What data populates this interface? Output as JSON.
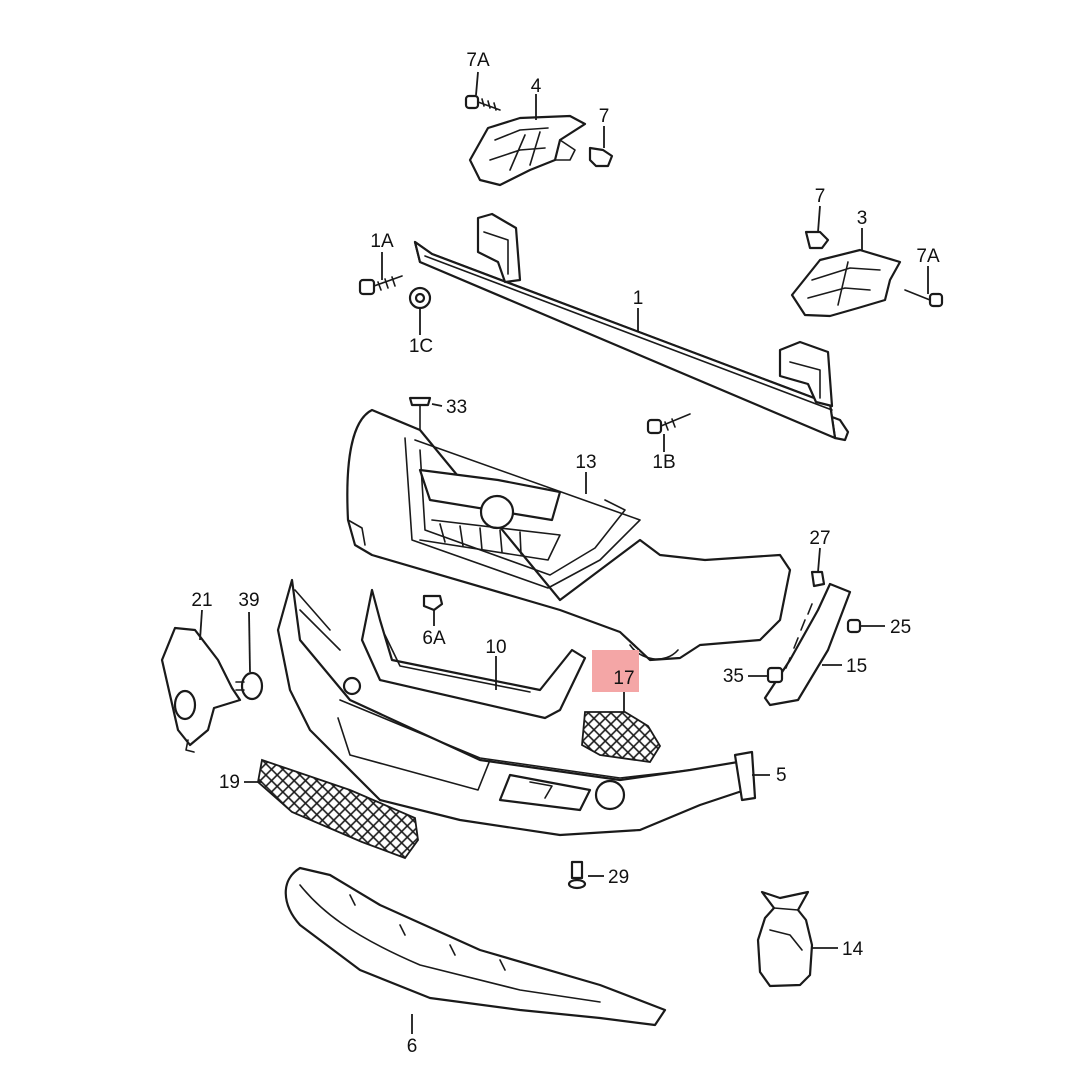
{
  "callouts": {
    "p1": "1",
    "p1A": "1A",
    "p1B": "1B",
    "p1C": "1C",
    "p3": "3",
    "p4": "4",
    "p5": "5",
    "p6": "6",
    "p6A": "6A",
    "p7_top": "7",
    "p7_right": "7",
    "p7A_top": "7A",
    "p7A_right": "7A",
    "p10": "10",
    "p13": "13",
    "p14": "14",
    "p15": "15",
    "p17": "17",
    "p19": "19",
    "p21": "21",
    "p25": "25",
    "p27": "27",
    "p29": "29",
    "p33": "33",
    "p35": "35",
    "p39": "39"
  },
  "highlight": {
    "part": "17",
    "color": "#f4a6a6"
  }
}
